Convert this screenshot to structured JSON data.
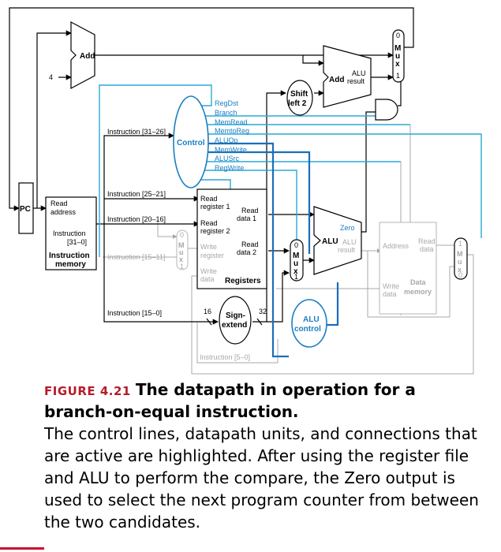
{
  "diagram": {
    "pc": "PC",
    "add_const": "4",
    "add": "Add",
    "add_alu": "Add",
    "alu_result_top": "ALU",
    "alu_result_bot": "result",
    "shift_1": "Shift",
    "shift_2": "left 2",
    "control": "Control",
    "control_signals": [
      "RegDst",
      "Branch",
      "MemRead",
      "MemtoReg",
      "ALUOp",
      "MemWrite",
      "ALUSrc",
      "RegWrite"
    ],
    "instr_31_26": "Instruction [31–26]",
    "instr_25_21": "Instruction [25–21]",
    "instr_20_16": "Instruction [20–16]",
    "instr_15_11": "Instruction [15–11]",
    "instr_15_0": "Instruction [15–0]",
    "instr_5_0": "Instruction [5–0]",
    "im_read_1": "Read",
    "im_read_2": "address",
    "im_instr_1": "Instruction",
    "im_instr_2": "[31–0]",
    "im_name_1": "Instruction",
    "im_name_2": "memory",
    "rf_rr1_a": "Read",
    "rf_rr1_b": "register 1",
    "rf_rr2_a": "Read",
    "rf_rr2_b": "register 2",
    "rf_wr_a": "Write",
    "rf_wr_b": "register",
    "rf_wd_a": "Write",
    "rf_wd_b": "data",
    "rf_rd1_a": "Read",
    "rf_rd1_b": "data 1",
    "rf_rd2_a": "Read",
    "rf_rd2_b": "data 2",
    "rf_name": "Registers",
    "alu": "ALU",
    "zero": "Zero",
    "alu_res_top": "ALU",
    "alu_res_bot": "result",
    "sign_1": "Sign-",
    "sign_2": "extend",
    "bits_16": "16",
    "bits_32": "32",
    "aluctl_1": "ALU",
    "aluctl_2": "control",
    "dm_address": "Address",
    "dm_read_1": "Read",
    "dm_read_2": "data",
    "dm_write_1": "Write",
    "dm_write_2": "data",
    "dm_name_1": "Data",
    "dm_name_2": "memory",
    "mux_letters": [
      "M",
      "u",
      "x"
    ],
    "mux_0": "0",
    "mux_1": "1"
  },
  "caption": {
    "label": "FIGURE 4.21",
    "title": "The datapath in operation for a branch-on-equal instruction.",
    "body": "The control lines, datapath units, and connections that are active are highlighted. After using the register file and ALU to perform the compare, the Zero output is used to select the next program counter from between the two candidates."
  },
  "colors": {
    "active": "#1a7ec2",
    "control_line": "#2aa8d8",
    "inactive": "#a8a8a8",
    "figure_label": "#b51c2a"
  }
}
